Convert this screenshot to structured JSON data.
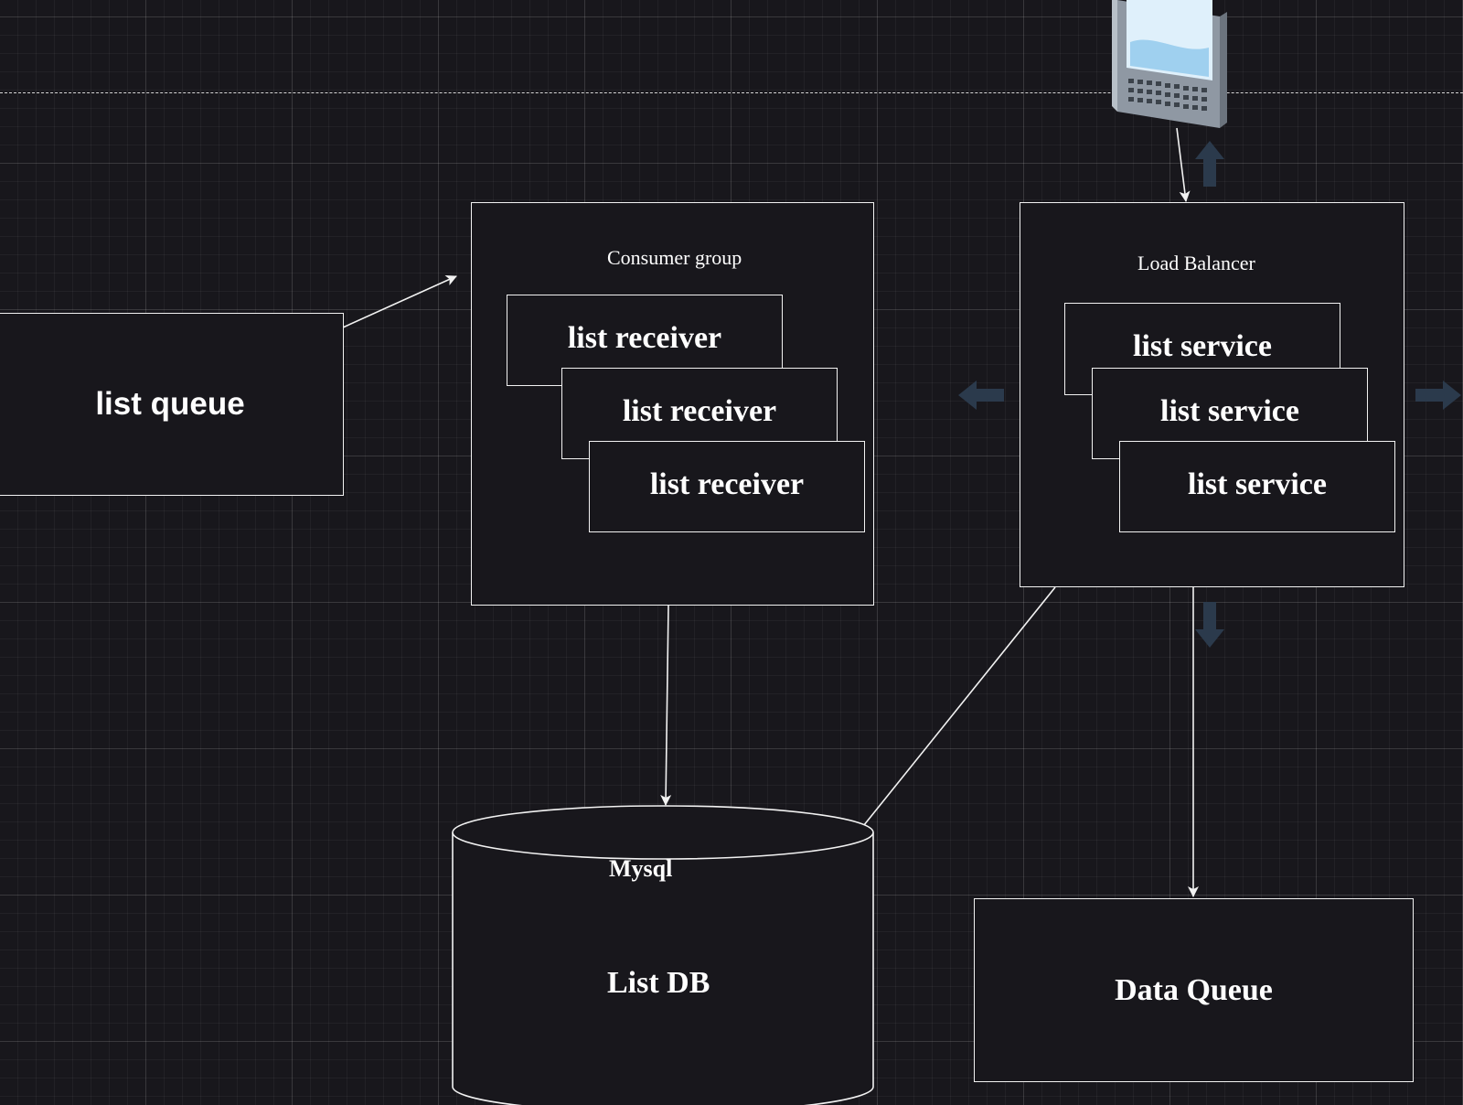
{
  "title": "",
  "nodes": {
    "list_queue": "list queue",
    "consumer_group": {
      "title": "Consumer group",
      "receivers": [
        "list receiver",
        "list receiver",
        "list receiver"
      ]
    },
    "load_balancer": {
      "title": "Load Balancer",
      "services": [
        "list service",
        "list service",
        "list service"
      ]
    },
    "list_db": {
      "engine": "Mysql",
      "name": "List DB"
    },
    "data_queue": "Data Queue",
    "client": {
      "icon": "mobile-device-icon"
    }
  },
  "edges": [
    {
      "from": "list_queue",
      "to": "consumer_group"
    },
    {
      "from": "client",
      "to": "load_balancer"
    },
    {
      "from": "consumer_group",
      "to": "list_db"
    },
    {
      "from": "load_balancer",
      "to": "list_db"
    },
    {
      "from": "load_balancer",
      "to": "data_queue"
    }
  ],
  "colors": {
    "background": "#18171c",
    "stroke": "#f2f2f2",
    "text": "#ffffff",
    "ghost_arrow": "#2b3a4c"
  }
}
